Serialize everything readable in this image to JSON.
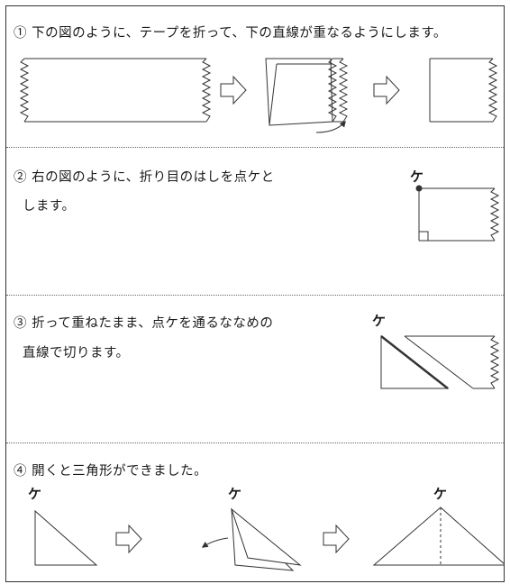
{
  "steps": [
    {
      "text": "① 下の図のように、テープを折って、下の直線が重なるようにします。"
    },
    {
      "line1": "② 右の図のように、折り目のはしを点ケと",
      "line2": "します。"
    },
    {
      "line1": "③ 折って重ねたまま、点ケを通るななめの",
      "line2": "直線で切ります。"
    },
    {
      "text": "④ 開くと三角形ができました。"
    }
  ],
  "point_label": "ケ"
}
